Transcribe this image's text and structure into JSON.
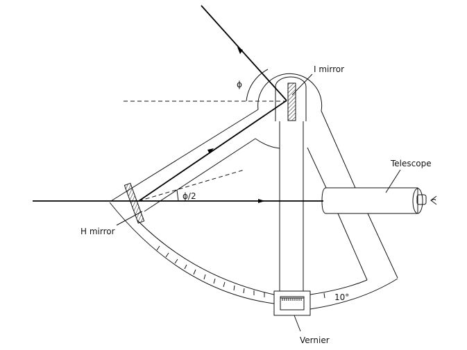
{
  "title": "Sextant diagram",
  "labels": {
    "i_mirror": "I mirror",
    "h_mirror": "H mirror",
    "telescope": "Telescope",
    "vernier": "Vernier",
    "phi": "ϕ",
    "phi_half": "ϕ/2",
    "scale_mark": "10°"
  }
}
